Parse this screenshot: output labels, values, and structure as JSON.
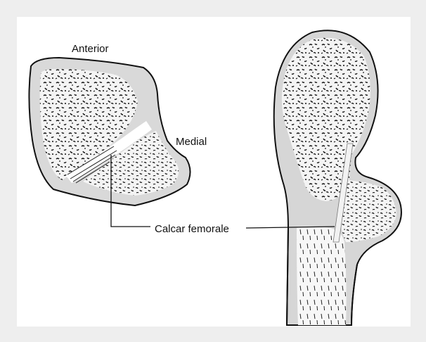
{
  "labels": {
    "anterior": "Anterior",
    "medial": "Medial",
    "calcar": "Calcar femorale"
  }
}
